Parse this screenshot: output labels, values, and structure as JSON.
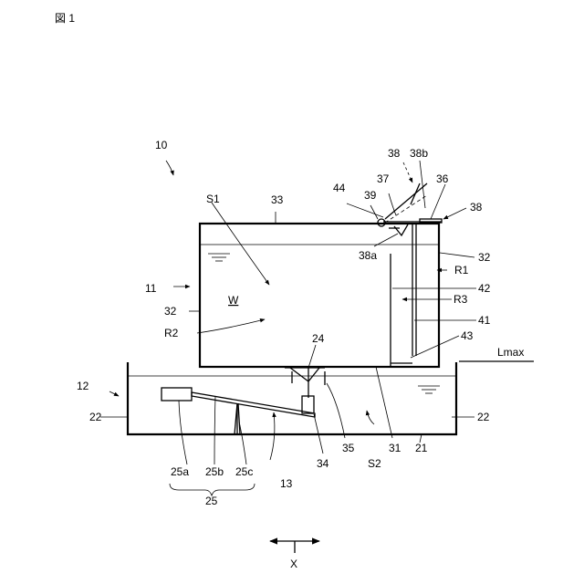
{
  "figure": {
    "title": "図 1",
    "labels": {
      "n10": "10",
      "n11": "11",
      "n12": "12",
      "n13": "13",
      "n21": "21",
      "n22_left": "22",
      "n22_right": "22",
      "n24": "24",
      "n25": "25",
      "n25a": "25a",
      "n25b": "25b",
      "n25c": "25c",
      "n31": "31",
      "n32_left": "32",
      "n32_right": "32",
      "n33": "33",
      "n34": "34",
      "n35": "35",
      "n36": "36",
      "n37": "37",
      "n38_top": "38",
      "n38_right": "38",
      "n38a": "38a",
      "n38b": "38b",
      "n39": "39",
      "n41": "41",
      "n42": "42",
      "n43": "43",
      "n44": "44",
      "S1": "S1",
      "S2": "S2",
      "R1": "R1",
      "R2": "R2",
      "R3": "R3",
      "W": "W",
      "Lmax": "Lmax",
      "X": "X"
    }
  }
}
